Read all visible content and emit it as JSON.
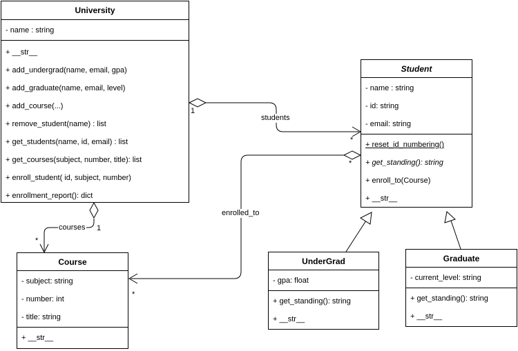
{
  "classes": {
    "university": {
      "name": "University",
      "attrs": [
        "- name : string"
      ],
      "methods": [
        "+ __str__",
        "+ add_undergrad(name, email, gpa)",
        "+ add_graduate(name, email, level)",
        "+ add_course(...)",
        "+ remove_student(name) : list",
        "+ get_students(name, id, email) : list",
        "+ get_courses(subject, number, title): list",
        "+ enroll_student( id, subject, number)",
        "+ enrollment_report(): dict"
      ]
    },
    "student": {
      "name": "Student",
      "attrs": [
        "- name : string",
        "- id: string",
        "- email: string"
      ],
      "methods": [
        "+ reset_id_numbering()",
        "+ get_standing(): string",
        "+ enroll_to(Course)",
        "+ __str__"
      ]
    },
    "course": {
      "name": "Course",
      "attrs": [
        "- subject: string",
        "- number: int",
        "- title: string"
      ],
      "methods": [
        "+ __str__"
      ]
    },
    "undergrad": {
      "name": "UnderGrad",
      "attrs": [
        "- gpa: float"
      ],
      "methods": [
        "+ get_standing(): string",
        "+ __str__"
      ]
    },
    "graduate": {
      "name": "Graduate",
      "attrs": [
        "- current_level: string"
      ],
      "methods": [
        "+ get_standing(): string",
        "+ __str__"
      ]
    }
  },
  "associations": {
    "students": {
      "label": "students",
      "source_mult": "1",
      "target_mult": "*"
    },
    "courses": {
      "label": "courses",
      "source_mult": "1",
      "target_mult": "*"
    },
    "enrolled_to": {
      "label": "enrolled_to",
      "target_mult": "*"
    }
  }
}
